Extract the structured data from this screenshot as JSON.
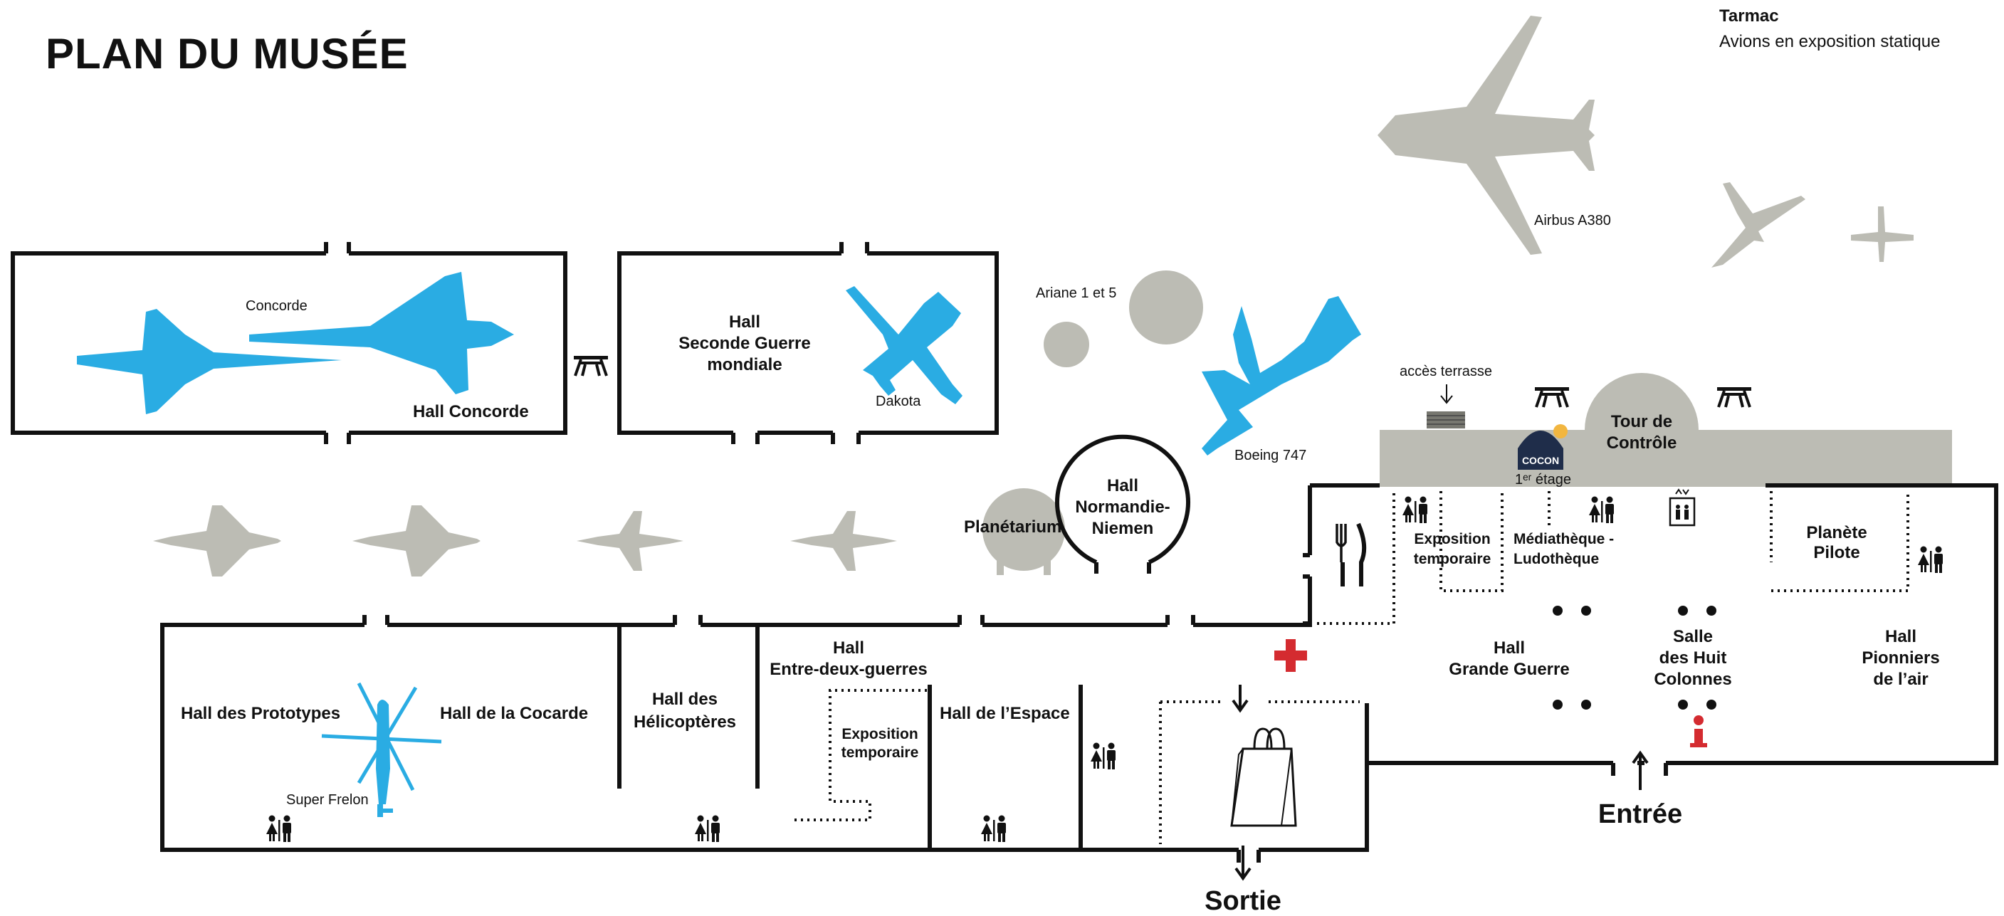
{
  "title": "PLAN DU MUSÉE",
  "tarmac": {
    "title": "Tarmac",
    "subtitle": "Avions en exposition statique"
  },
  "colors": {
    "highlight": "#2aace3",
    "static_grey": "#bcbcb4",
    "walls": "#111111",
    "first_aid_red": "#d42b30"
  },
  "icons": [
    "picnic-table-icon",
    "restroom-icon",
    "restaurant-icon",
    "first-aid-icon",
    "info-icon",
    "elevator-icon",
    "shop-bag-icon",
    "cocon-logo-icon",
    "arrow-icon"
  ],
  "labels": {
    "concorde": "Concorde",
    "hall_concorde": "Hall Concorde",
    "hall_sgm_l1": "Hall",
    "hall_sgm_l2": "Seconde Guerre",
    "hall_sgm_l3": "mondiale",
    "dakota": "Dakota",
    "ariane": "Ariane 1 et 5",
    "airbus": "Airbus A380",
    "boeing": "Boeing 747",
    "acces_terrasse": "accès terrasse",
    "premier_etage": "1ᵉʳ étage",
    "tour_l1": "Tour de",
    "tour_l2": "Contrôle",
    "planetarium": "Planétarium",
    "normandie_l1": "Hall",
    "normandie_l2": "Normandie-",
    "normandie_l3": "Niemen",
    "expo_temp_a_l1": "Exposition",
    "expo_temp_a_l2": "temporaire",
    "mediatheque_l1": "Médiathèque -",
    "mediatheque_l2": "Ludothèque",
    "planete_l1": "Planète",
    "planete_l2": "Pilote",
    "grande_guerre_l1": "Hall",
    "grande_guerre_l2": "Grande Guerre",
    "huit_col_l1": "Salle",
    "huit_col_l2": "des Huit",
    "huit_col_l3": "Colonnes",
    "pionniers_l1": "Hall",
    "pionniers_l2": "Pionniers",
    "pionniers_l3": "de l’air",
    "prototypes": "Hall des Prototypes",
    "cocarde": "Hall de la Cocarde",
    "super_frelon": "Super Frelon",
    "helicopteres_l1": "Hall des",
    "helicopteres_l2": "Hélicoptères",
    "entre_deux_l1": "Hall",
    "entre_deux_l2": "Entre-deux-guerres",
    "expo_temp_b_l1": "Exposition",
    "expo_temp_b_l2": "temporaire",
    "espace": "Hall de l’Espace",
    "entree": "Entrée",
    "sortie": "Sortie",
    "cocon_logo": "COCON"
  }
}
